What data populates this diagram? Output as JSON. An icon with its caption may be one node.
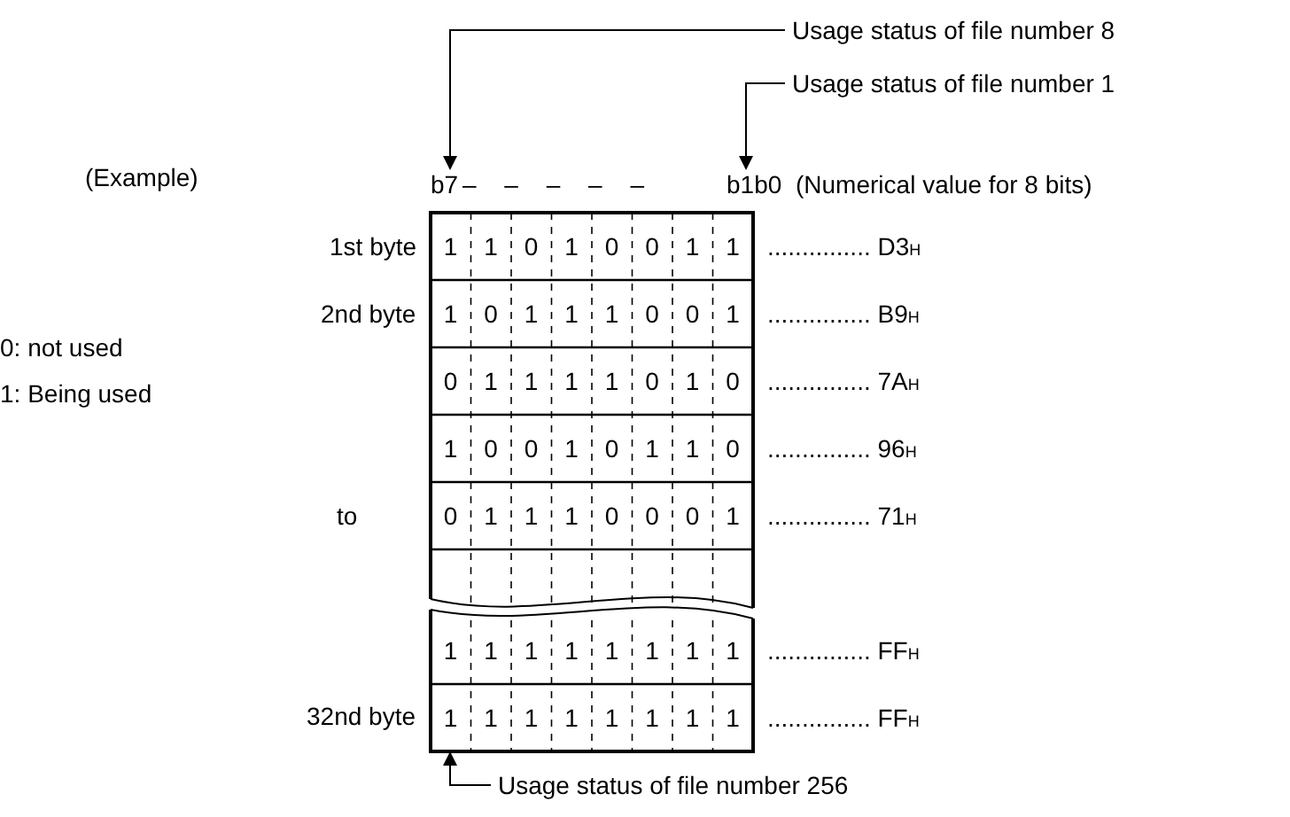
{
  "diagram": {
    "nodes": [
      {
        "text": [
          "Usage status of file number 8"
        ]
      },
      {
        "text": [
          "Usage status of file number 1"
        ]
      },
      {
        "text": [
          "b7"
        ]
      },
      {
        "text": [
          "b1b0"
        ]
      },
      {
        "text": [],
        "shape": "box"
      },
      {
        "text": [
          "Usage status of file number 256"
        ]
      }
    ],
    "edges": [
      {
        "from": 0,
        "to": 2,
        "arrow": "to"
      },
      {
        "from": 1,
        "to": 3,
        "arrow": "to"
      },
      {
        "from": 5,
        "to": 4,
        "arrow": "to"
      }
    ],
    "labels": [
      "(Example)",
      "– – – – –",
      "(Numerical value for 8 bits)",
      "1st byte",
      "2nd byte",
      "0: not used",
      "1: Being used",
      "to",
      "32nd byte",
      "1",
      "1",
      "0",
      "1",
      "0",
      "0",
      "1",
      "1",
      "............... D3$_{H}$",
      "1",
      "0",
      "1",
      "1",
      "1",
      "0",
      "0",
      "1",
      "............... B9$_{H}$",
      "0",
      "1",
      "1",
      "1",
      "1",
      "0",
      "1",
      "0",
      "............... 7A$_{H}$",
      "1",
      "0",
      "0",
      "1",
      "0",
      "1",
      "1",
      "0",
      "............... 96$_{H}$",
      "0",
      "1",
      "1",
      "1",
      "0",
      "0",
      "0",
      "1",
      "............... 71$_{H}$",
      "1",
      "1",
      "1",
      "1",
      "1",
      "1",
      "1",
      "1",
      "............... FF$_{H}$",
      "1",
      "1",
      "1",
      "1",
      "1",
      "1",
      "1",
      "1",
      "............... FF$_{H}$"
    ]
  }
}
